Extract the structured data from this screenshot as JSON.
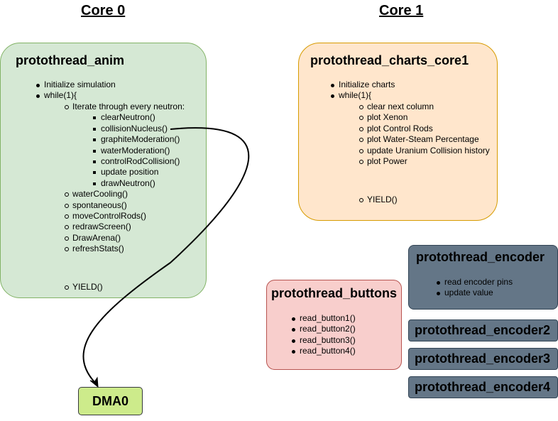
{
  "headings": {
    "core0": "Core 0",
    "core1": "Core 1"
  },
  "anim": {
    "title": "protothread_anim",
    "items": [
      "Initialize simulation",
      "while(1){",
      "Iterate through every neutron:",
      "clearNeutron()",
      "collisionNucleus()",
      "graphiteModeration()",
      "waterModeration()",
      "controlRodCollision()",
      "update position",
      "drawNeutron()",
      "waterCooling()",
      "spontaneous()",
      "moveControlRods()",
      "redrawScreen()",
      "DrawArena()",
      "refreshStats()",
      "YIELD()"
    ]
  },
  "charts": {
    "title": "protothread_charts_core1",
    "items": [
      "Initialize charts",
      "while(1){",
      "clear next column",
      "plot Xenon",
      "plot Control Rods",
      "plot Water-Steam Percentage",
      "update Uranium Collision history",
      "plot Power",
      "YIELD()"
    ]
  },
  "encoder": {
    "title": "protothread_encoder",
    "items": [
      "read encoder pins",
      "update value"
    ]
  },
  "buttons": {
    "title": "protothread_buttons",
    "items": [
      "read_button1()",
      "read_button2()",
      "read_button3()",
      "read_button4()"
    ]
  },
  "encoder2": {
    "title": "protothread_encoder2"
  },
  "encoder3": {
    "title": "protothread_encoder3"
  },
  "encoder4": {
    "title": "protothread_encoder4"
  },
  "dma": {
    "label": "DMA0"
  },
  "colors": {
    "anim_fill": "#d5e8d4",
    "anim_border": "#82b366",
    "charts_fill": "#ffe6cc",
    "charts_border": "#d79b00",
    "buttons_fill": "#f8cecc",
    "buttons_border": "#b85450",
    "encoder_fill": "#647687",
    "encoder_border": "#314354",
    "dma_fill": "#cdeb8b",
    "dma_border": "#36393d"
  }
}
